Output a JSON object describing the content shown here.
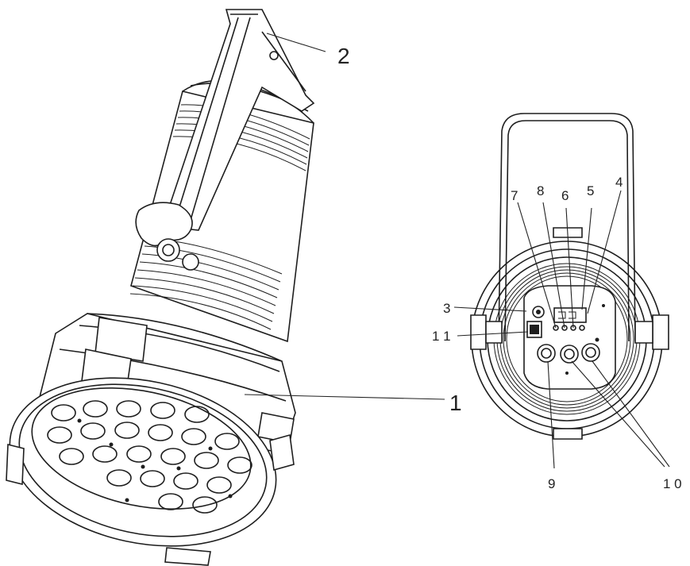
{
  "callouts": {
    "c1": "1",
    "c2": "2",
    "c3": "3",
    "c4": "4",
    "c5": "5",
    "c6": "6",
    "c7": "7",
    "c8": "8",
    "c9": "9",
    "c10": "1 0",
    "c11": "1 1"
  },
  "colors": {
    "line": "#1e1e1e",
    "background": "#ffffff"
  }
}
